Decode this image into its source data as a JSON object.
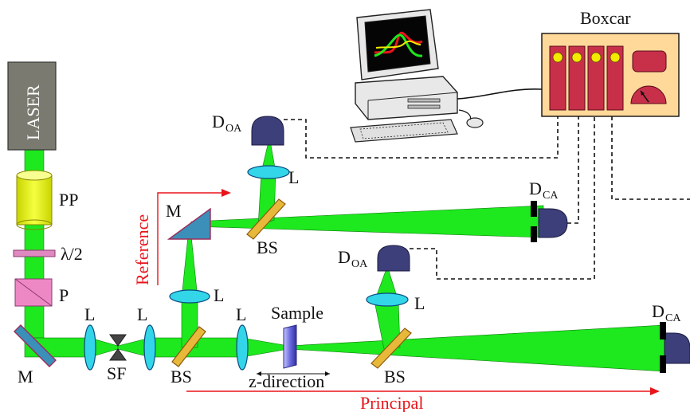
{
  "labels": {
    "laser": "LASER",
    "pp": "PP",
    "half_wave": "λ/2",
    "polarizer": "P",
    "mirror": "M",
    "lens": "L",
    "spatial_filter": "SF",
    "beam_splitter": "BS",
    "sample": "Sample",
    "z_direction": "z-direction",
    "principal": "Principal",
    "reference": "Reference",
    "boxcar": "Boxcar",
    "detector_base": "D",
    "oa_sub": "OA",
    "ca_sub": "CA"
  },
  "colors": {
    "beam": "#1ee81e",
    "beam_stroke": "#0b7d0b",
    "laser_box": "#7a7a70",
    "pp_tube": "#e6f000",
    "half_wave_plate": "#e088c0",
    "polarizer": "#ee88c4",
    "mirror": "#3b8fb8",
    "lens": "#32d6e8",
    "beam_splitter": "#e8b83a",
    "detector": "#3d3f7a",
    "boxcar_panel": "#ffd99a",
    "boxcar_module": "#c8304a",
    "knob": "#f4ea00",
    "arrow_red": "#e8141a"
  },
  "icons": [
    "computer-icon",
    "oscilloscope-trace-icon",
    "mouse-icon",
    "keyboard-icon",
    "meter-dial-icon"
  ]
}
